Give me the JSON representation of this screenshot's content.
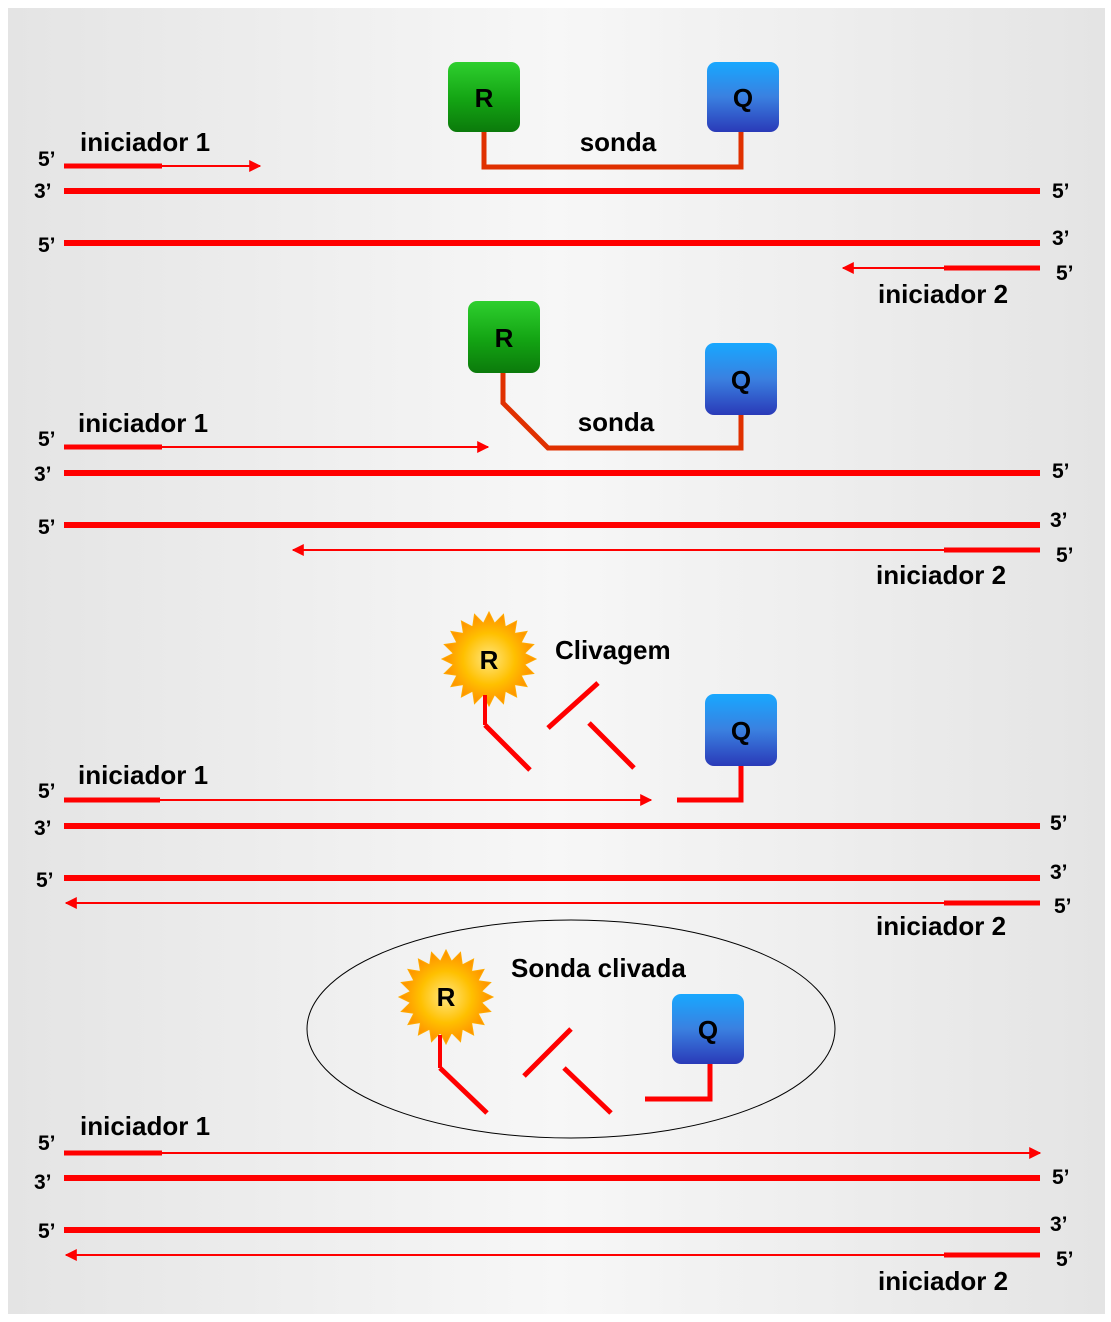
{
  "labels": {
    "primer1": "iniciador 1",
    "primer2": "iniciador 2",
    "probe": "sonda",
    "cleavage": "Clivagem",
    "cleaved_probe": "Sonda clivada",
    "reporter": "R",
    "quencher": "Q",
    "five_prime": "5’",
    "three_prime": "3’"
  },
  "colors": {
    "dna": "#ff0000",
    "probe_line": "#e03000",
    "reporter_box": "#1a9e1a",
    "quencher_box": "#3a7fd8",
    "reporter_burst": "#ffcc00",
    "background": "#eeeeee"
  },
  "icons": {
    "reporter": "green-reporter-box",
    "quencher": "blue-quencher-box",
    "fluorescence": "yellow-starburst-icon"
  }
}
